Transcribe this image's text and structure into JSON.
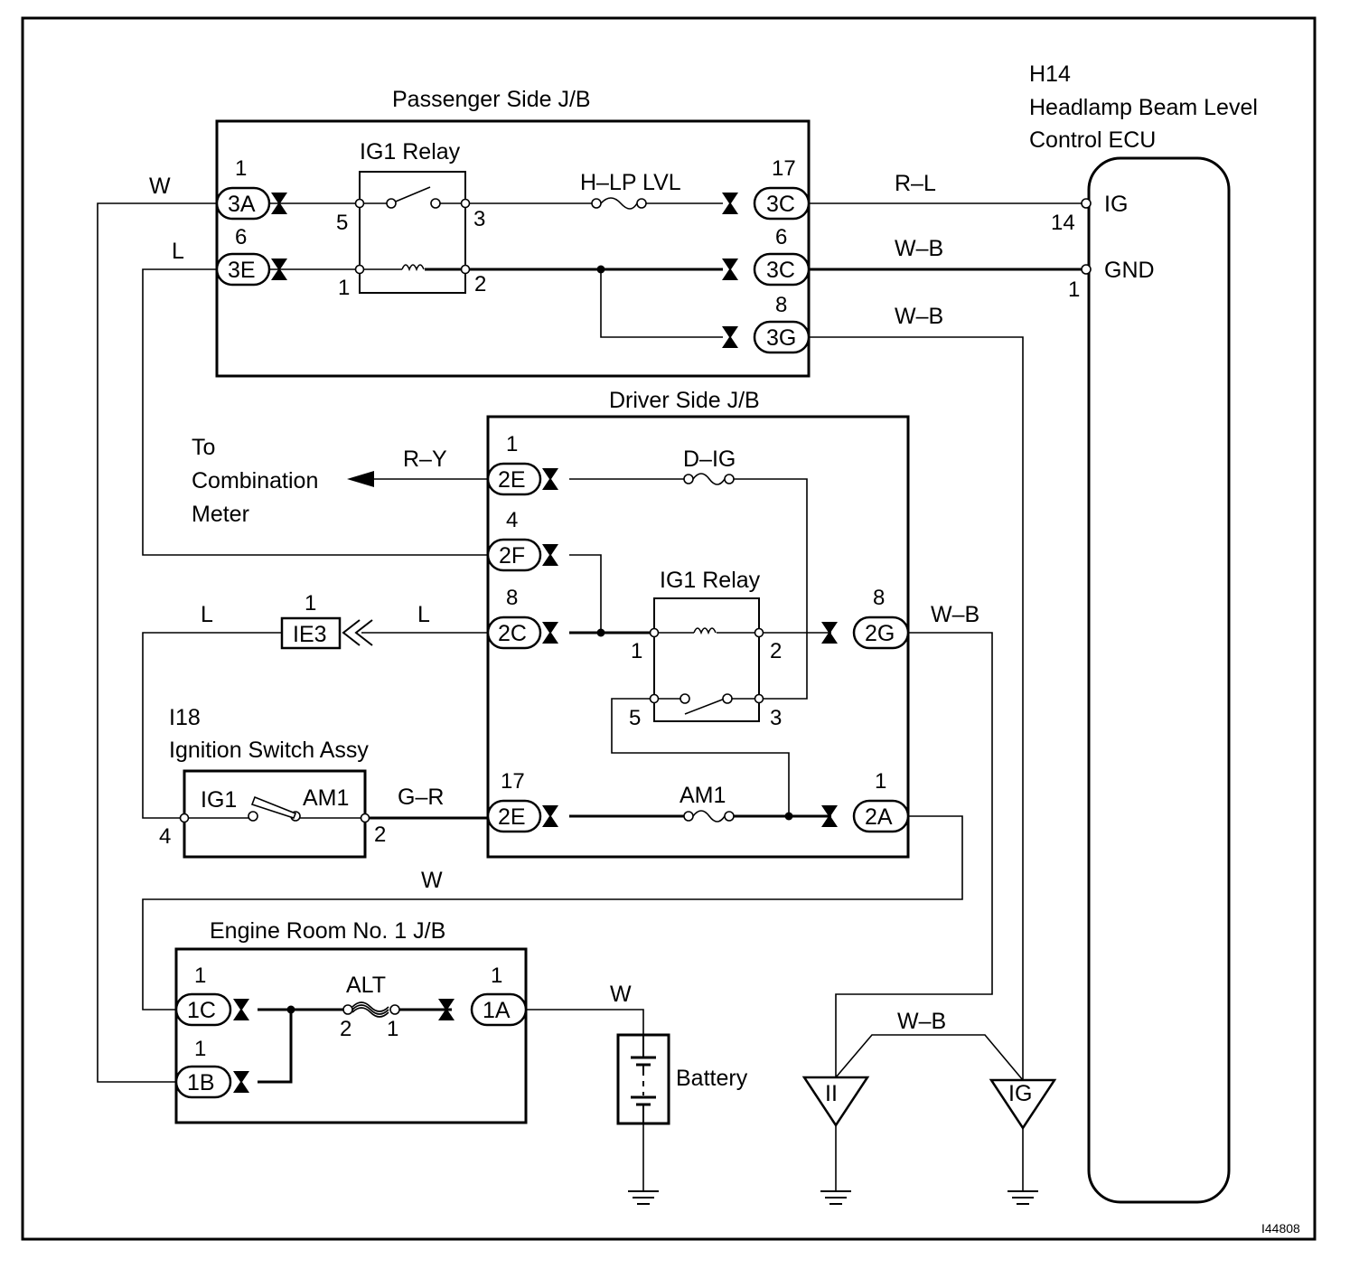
{
  "diagram": {
    "figure_id": "I44808",
    "ecu": {
      "code": "H14",
      "name_line1": "Headlamp Beam Level",
      "name_line2": "Control ECU",
      "terminal_ig": "IG",
      "terminal_gnd": "GND",
      "pin_ig": "14",
      "pin_gnd": "1"
    },
    "passenger_jb": {
      "title": "Passenger Side J/B",
      "relay_label": "IG1 Relay",
      "fuse_label": "H–LP LVL",
      "conn_3a": "3A",
      "pin_3a": "1",
      "conn_3e": "3E",
      "pin_3e": "6",
      "conn_3c_top": "3C",
      "pin_3c_top": "17",
      "conn_3c_bot": "3C",
      "pin_3c_bot": "6",
      "conn_3g": "3G",
      "pin_3g": "8",
      "relay_pin5": "5",
      "relay_pin3": "3",
      "relay_pin1": "1",
      "relay_pin2": "2"
    },
    "driver_jb": {
      "title": "Driver Side J/B",
      "relay_label": "IG1 Relay",
      "fuse_dig": "D–IG",
      "fuse_am1": "AM1",
      "conn_2e_top": "2E",
      "pin_2e_top": "1",
      "conn_2f": "2F",
      "pin_2f": "4",
      "conn_2c": "2C",
      "pin_2c": "8",
      "conn_2e_bot": "2E",
      "pin_2e_bot": "17",
      "conn_2g": "2G",
      "pin_2g": "8",
      "conn_2a": "2A",
      "pin_2a": "1",
      "relay_pin1": "1",
      "relay_pin2": "2",
      "relay_pin5": "5",
      "relay_pin3": "3"
    },
    "combination_meter": {
      "line1": "To",
      "line2": "Combination",
      "line3": "Meter"
    },
    "ie3": {
      "label": "IE3",
      "pin": "1"
    },
    "ignition_switch": {
      "code": "I18",
      "name": "Ignition Switch Assy",
      "term_ig1": "IG1",
      "term_am1": "AM1",
      "pin_left": "4",
      "pin_right": "2"
    },
    "engine_jb": {
      "title": "Engine Room No. 1 J/B",
      "fuse_label": "ALT",
      "fuse_pin_left": "2",
      "fuse_pin_right": "1",
      "conn_1c": "1C",
      "pin_1c": "1",
      "conn_1b": "1B",
      "pin_1b": "1",
      "conn_1a": "1A",
      "pin_1a": "1"
    },
    "battery": {
      "label": "Battery"
    },
    "grounds": {
      "ground_ii": "II",
      "ground_ig": "IG"
    },
    "wires": {
      "w_top_left": "W",
      "l_left": "L",
      "rl": "R–L",
      "wb_gnd": "W–B",
      "wb_3g": "W–B",
      "ry": "R–Y",
      "l_ie3_left": "L",
      "l_ie3_right": "L",
      "wb_2g": "W–B",
      "gr": "G–R",
      "w_mid": "W",
      "w_batt": "W",
      "wb_grounds": "W–B"
    }
  }
}
